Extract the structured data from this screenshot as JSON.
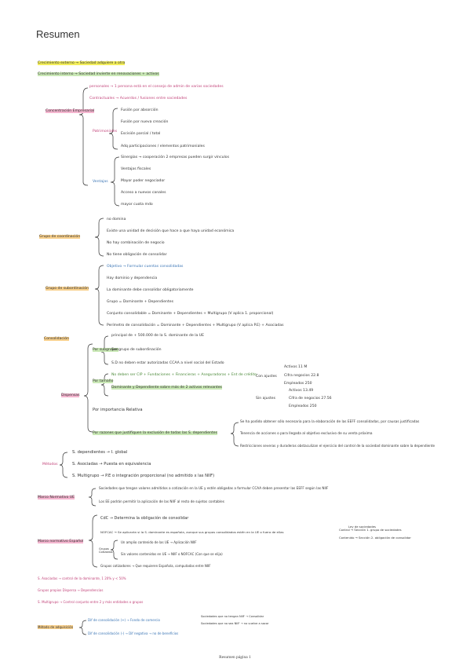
{
  "title": "Resumen",
  "footer": "Resumen página 1",
  "lines": [
    {
      "text": "Crecimiento externo → Sociedad adquiere a otra",
      "x": 0,
      "y": 0
    },
    {
      "text": "Crecimiento interno → Sociedad invierte en renovaciones + activos"
    },
    {
      "text": "personales → 1 persona está en el consejo de admin de varias sociedades"
    },
    {
      "text": "Contractuales → Acuerdos / fusiones entre sociedades"
    },
    {
      "text": "Concentración Empresarial"
    },
    {
      "text": "Fusión por absorción"
    },
    {
      "text": "Fusión por nueva creación"
    },
    {
      "text": "Escisión parcial / total"
    },
    {
      "text": "Patrimoniales"
    },
    {
      "text": "Adq participaciones / elementos patrimoniales"
    },
    {
      "text": "Sinergias → cooperación 2 empresas pueden surgir vínculos"
    },
    {
      "text": "Ventajas fiscales"
    },
    {
      "text": "Ventajas"
    },
    {
      "text": "Mayor poder negociador"
    },
    {
      "text": "Acceso a nuevos canales"
    },
    {
      "text": "mayor cuota mdo"
    },
    {
      "text": "no domina"
    },
    {
      "text": "Existe una unidad de decisión que hace a que haya unidad económica"
    },
    {
      "text": "Grupo de coordinación"
    },
    {
      "text": "No hay combinación de negocio"
    },
    {
      "text": "No tiene obligación de consolidar"
    },
    {
      "text": "Objetivo → Formular cuentas consolidadas"
    },
    {
      "text": "Hay dominio y dependencia"
    },
    {
      "text": "Grupo de subordinación"
    },
    {
      "text": "La dominante debe consolidar obligatoriamente"
    },
    {
      "text": "Grupo = Dominante + Dependientes"
    },
    {
      "text": "Conjunto consolidable = Dominante + Dependientes + Multigrupo (V aplica 1. proporcional)"
    },
    {
      "text": "Perímetro de consolidación = Dominante + Dependientes + Multigrupo (V aplica P.E) + Asociadas"
    },
    {
      "text": "Consolidación"
    },
    {
      "text": "principal de + 500.000 de la S. dominante de la UE"
    },
    {
      "text": "Por subgrupos"
    },
    {
      "text": "Ser grupo de subordinación"
    },
    {
      "text": "S.D no deben estar autorizadas CCAA a nivel social del Estado"
    },
    {
      "text": "Activos 11 M"
    },
    {
      "text": "Con ajustes"
    },
    {
      "text": "Cifra negocios 22.8"
    },
    {
      "text": "No deben ser CIP + Fundaciones + Financieras + Aseguradoras + Ent de crédito"
    },
    {
      "text": "Empleados 250"
    },
    {
      "text": "Por tamaño"
    },
    {
      "text": "Dominante y Dependiente sobre más de 2 activos relevantes"
    },
    {
      "text": "Activos 13.49"
    },
    {
      "text": "Dispensas"
    },
    {
      "text": "Sin ajustes"
    },
    {
      "text": "Cifra de negocios 27.56"
    },
    {
      "text": "Empleados 250"
    },
    {
      "text": "Por importancia Relativa"
    },
    {
      "text": "Se ha podido obtener sólo necesaria para la elaboración de las EEFF consolidadas, por causas justificadas"
    },
    {
      "text": "Por razones que justifiquen la exclusión de todas las S. dependientes"
    },
    {
      "text": "Tenencia de acciones o para llegada al objetivo exclusivo de su venta próxima"
    },
    {
      "text": "Restricciones severas y duraderas obstaculizan el ejercicio del control de la sociedad dominante sobre la dependiente"
    },
    {
      "text": "S. dependientes → I. global"
    },
    {
      "text": "Métodos"
    },
    {
      "text": "S. Asociadas → Puesta en equivalencia"
    },
    {
      "text": "S. Multigrupo → P.E o integración proporcional (no admitido x las NIIF)"
    },
    {
      "text": "Sociedades que tengan valores admitidos a cotización en la UE y estén obligadas a formular CCAA deben presentar las EEFF según las NIIF"
    },
    {
      "text": "Marco Normativo UE"
    },
    {
      "text": "Los EE podrán permitir la aplicación de las NIIF al resto de sujetos contables"
    },
    {
      "text": "CdC → Determina la obligación de consolidar"
    },
    {
      "text": "Ley de sociedades"
    },
    {
      "text": "Control → Sección 1. grupo de sociedades"
    },
    {
      "text": "NOFCAC → Se aplicarán si la S. dominante es española, aunque sus grupos consolidados estén en la UE o fuera de ellas"
    },
    {
      "text": "Contenido → Sección 2. obligación de consolidar"
    },
    {
      "text": "Marco normativo Español"
    },
    {
      "text": "Un amplio contenido de las UE → Aplicación NIIF"
    },
    {
      "text": "Grupos Cotizados"
    },
    {
      "text": "Sin valores contenidos en UE → NIIF o NOFCAC (Con que se elija)"
    },
    {
      "text": "Grupos cotizadores → Que requieren Española, computadas entre NIIF"
    },
    {
      "text": "S. Asociadas → control de la dominante, 1 20% y < 50%"
    },
    {
      "text": "Grupos propios Dispersa → Dependencias"
    },
    {
      "text": "S. Multigrupo → Control conjunto entre 2 y más entidades o grupos"
    },
    {
      "text": "Sociedades que no tengan NIIF → Consolidar"
    },
    {
      "text": "Dif de consolidación (+) → Fondo de comercio"
    },
    {
      "text": "Sociedades que no sea NIIF → no vuelve a sacar"
    },
    {
      "text": "Método de adquisición"
    },
    {
      "text": "Dif de consolidación (-) → Dif negativa → no de beneficios"
    }
  ]
}
